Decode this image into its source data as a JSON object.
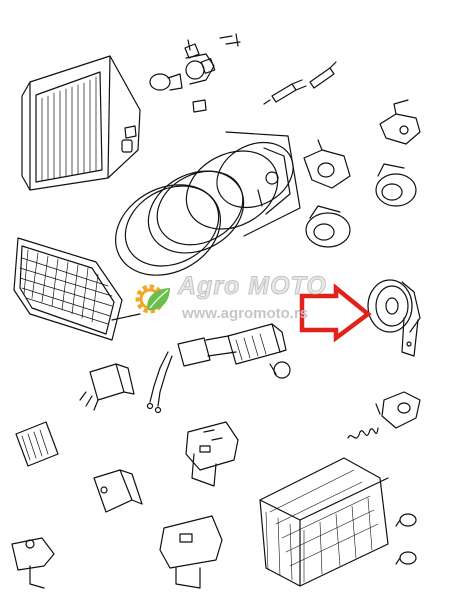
{
  "watermark": {
    "title": "Agro MOTO",
    "url": "www.agromoto.rs",
    "logo_icon": "gear-leaf-logo-icon",
    "logo_colors": {
      "gear": "#f5a623",
      "leaf": "#6abf4b"
    }
  },
  "highlight": {
    "arrow_icon": "red-arrow-icon",
    "color": "#e3211b",
    "points_to": "horn"
  },
  "line_color": "#111111"
}
